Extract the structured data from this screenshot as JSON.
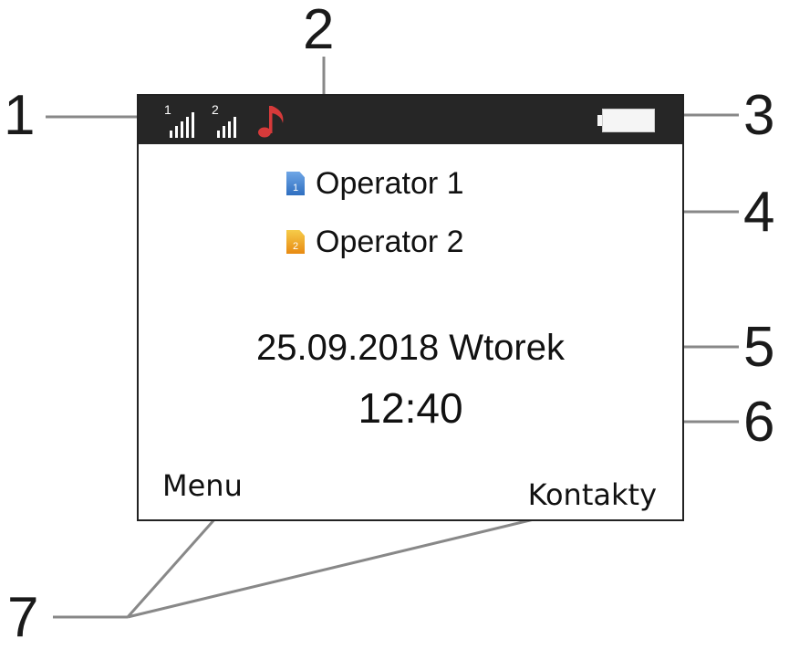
{
  "callouts": [
    "1",
    "2",
    "3",
    "4",
    "5",
    "6",
    "7"
  ],
  "status_bar": {
    "sim1_signal_index": "1",
    "sim2_signal_index": "2",
    "ringtone_icon": "music-note-icon",
    "battery_icon": "battery-icon"
  },
  "operators": [
    {
      "label": "Operator 1",
      "sim_number": "1",
      "sim_color": "#2f6fc0"
    },
    {
      "label": "Operator 2",
      "sim_number": "2",
      "sim_color": "#e89a1a"
    }
  ],
  "date_line": "25.09.2018 Wtorek",
  "time": "12:40",
  "softkeys": {
    "left": "Menu",
    "right": "Kontakty"
  },
  "colors": {
    "status_bar": "#262626",
    "music_note": "#d63a3a",
    "leader_line": "#888888"
  }
}
